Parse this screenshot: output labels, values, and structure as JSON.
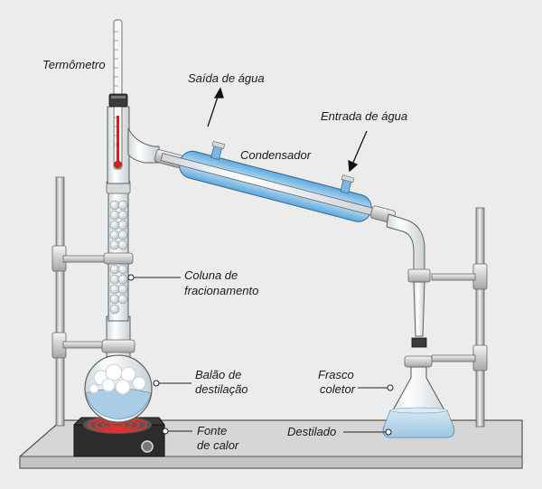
{
  "labels": {
    "thermometer": "Termômetro",
    "water_out": "Saída de água",
    "water_in": "Entrada de água",
    "condenser": "Condensador",
    "column_1": "Coluna de",
    "column_2": "fracionamento",
    "flask_1": "Balão de",
    "flask_2": "destilação",
    "heat_1": "Fonte",
    "heat_2": "de calor",
    "collector_1": "Frasco",
    "collector_2": "coletor",
    "distillate": "Destilado"
  },
  "colors": {
    "background": "#ececec",
    "table": "#d8d8d8",
    "glass": "#f4f6f7",
    "water": "#8ec4e6",
    "liquid": "#b7d5ea",
    "thermometer_red": "#d62020",
    "heater_coil": "#e53030",
    "heater_body": "#333333"
  }
}
